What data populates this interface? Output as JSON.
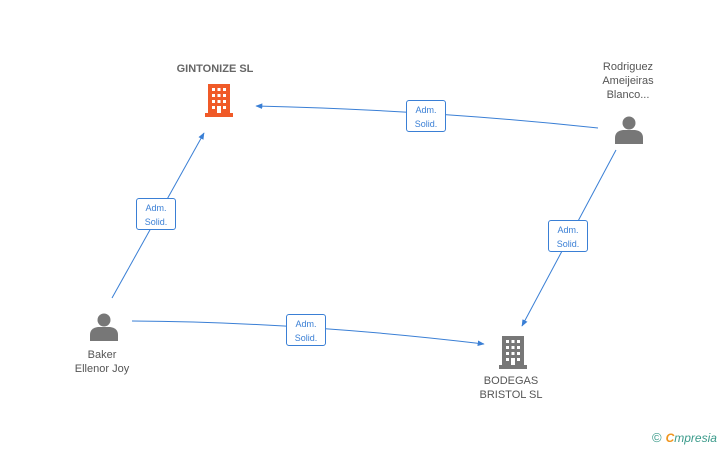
{
  "nodes": {
    "gintonize": {
      "label": "GINTONIZE SL",
      "icon": "building-icon",
      "color": "#f05a28"
    },
    "bodegas": {
      "label_lines": [
        "BODEGAS",
        "BRISTOL SL"
      ],
      "icon": "building-icon",
      "color": "#777777"
    },
    "rodriguez": {
      "label_lines": [
        "Rodriguez",
        "Ameijeiras",
        "Blanco..."
      ],
      "icon": "person-icon",
      "color": "#777777"
    },
    "baker": {
      "label_lines": [
        "Baker",
        "Ellenor Joy"
      ],
      "icon": "person-icon",
      "color": "#777777"
    }
  },
  "edges": [
    {
      "from": "baker",
      "to": "gintonize",
      "label_lines": [
        "Adm.",
        "Solid."
      ]
    },
    {
      "from": "rodriguez",
      "to": "gintonize",
      "label_lines": [
        "Adm.",
        "Solid."
      ]
    },
    {
      "from": "rodriguez",
      "to": "bodegas",
      "label_lines": [
        "Adm.",
        "Solid."
      ]
    },
    {
      "from": "baker",
      "to": "bodegas",
      "label_lines": [
        "Adm.",
        "Solid."
      ]
    }
  ],
  "edge_color": "#3a7fd5",
  "watermark": {
    "copyright": "©",
    "brand_first": "C",
    "brand_rest": "mpresia"
  }
}
